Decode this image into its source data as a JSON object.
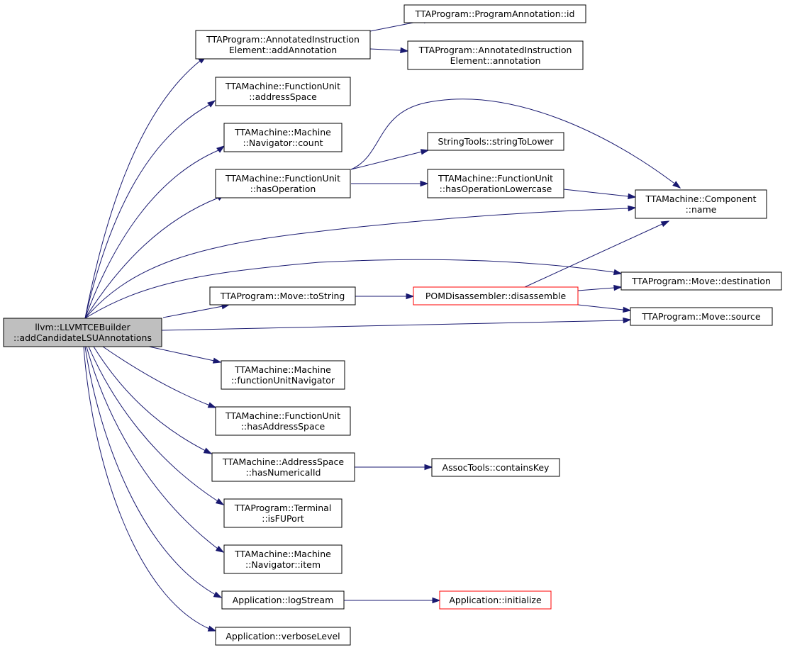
{
  "colors": {
    "edge": "#191970",
    "root_fill": "#bfbfbf",
    "truncated_border": "#ff0000",
    "border": "#000000",
    "background": "#ffffff"
  },
  "nodes": [
    {
      "id": "root",
      "lines": [
        "llvm::LLVMTCEBuilder",
        "::addCandidateLSUAnnotations"
      ],
      "kind": "root"
    },
    {
      "id": "addAnnotation",
      "lines": [
        "TTAProgram::AnnotatedInstruction",
        "Element::addAnnotation"
      ],
      "kind": "normal"
    },
    {
      "id": "annotationId",
      "lines": [
        "TTAProgram::ProgramAnnotation::id"
      ],
      "kind": "normal"
    },
    {
      "id": "annotation",
      "lines": [
        "TTAProgram::AnnotatedInstruction",
        "Element::annotation"
      ],
      "kind": "normal"
    },
    {
      "id": "addressSpace",
      "lines": [
        "TTAMachine::FunctionUnit",
        "::addressSpace"
      ],
      "kind": "normal"
    },
    {
      "id": "count",
      "lines": [
        "TTAMachine::Machine",
        "::Navigator::count"
      ],
      "kind": "normal"
    },
    {
      "id": "hasOperation",
      "lines": [
        "TTAMachine::FunctionUnit",
        "::hasOperation"
      ],
      "kind": "normal"
    },
    {
      "id": "stringToLower",
      "lines": [
        "StringTools::stringToLower"
      ],
      "kind": "normal"
    },
    {
      "id": "hasOperationLowercase",
      "lines": [
        "TTAMachine::FunctionUnit",
        "::hasOperationLowercase"
      ],
      "kind": "normal"
    },
    {
      "id": "componentName",
      "lines": [
        "TTAMachine::Component",
        "::name"
      ],
      "kind": "normal"
    },
    {
      "id": "toString",
      "lines": [
        "TTAProgram::Move::toString"
      ],
      "kind": "normal"
    },
    {
      "id": "disassemble",
      "lines": [
        "POMDisassembler::disassemble"
      ],
      "kind": "truncated"
    },
    {
      "id": "destination",
      "lines": [
        "TTAProgram::Move::destination"
      ],
      "kind": "normal"
    },
    {
      "id": "source",
      "lines": [
        "TTAProgram::Move::source"
      ],
      "kind": "normal"
    },
    {
      "id": "functionUnitNavigator",
      "lines": [
        "TTAMachine::Machine",
        "::functionUnitNavigator"
      ],
      "kind": "normal"
    },
    {
      "id": "hasAddressSpace",
      "lines": [
        "TTAMachine::FunctionUnit",
        "::hasAddressSpace"
      ],
      "kind": "normal"
    },
    {
      "id": "hasNumericalId",
      "lines": [
        "TTAMachine::AddressSpace",
        "::hasNumericalId"
      ],
      "kind": "normal"
    },
    {
      "id": "containsKey",
      "lines": [
        "AssocTools::containsKey"
      ],
      "kind": "normal"
    },
    {
      "id": "isFUPort",
      "lines": [
        "TTAProgram::Terminal",
        "::isFUPort"
      ],
      "kind": "normal"
    },
    {
      "id": "navigatorItem",
      "lines": [
        "TTAMachine::Machine",
        "::Navigator::item"
      ],
      "kind": "normal"
    },
    {
      "id": "logStream",
      "lines": [
        "Application::logStream"
      ],
      "kind": "normal"
    },
    {
      "id": "initialize",
      "lines": [
        "Application::initialize"
      ],
      "kind": "truncated"
    },
    {
      "id": "verboseLevel",
      "lines": [
        "Application::verboseLevel"
      ],
      "kind": "normal"
    }
  ],
  "edges": [
    {
      "from": "root",
      "to": "addAnnotation"
    },
    {
      "from": "root",
      "to": "addressSpace"
    },
    {
      "from": "root",
      "to": "count"
    },
    {
      "from": "root",
      "to": "hasOperation"
    },
    {
      "from": "root",
      "to": "componentName"
    },
    {
      "from": "root",
      "to": "destination"
    },
    {
      "from": "root",
      "to": "toString"
    },
    {
      "from": "root",
      "to": "source"
    },
    {
      "from": "root",
      "to": "functionUnitNavigator"
    },
    {
      "from": "root",
      "to": "hasAddressSpace"
    },
    {
      "from": "root",
      "to": "hasNumericalId"
    },
    {
      "from": "root",
      "to": "isFUPort"
    },
    {
      "from": "root",
      "to": "navigatorItem"
    },
    {
      "from": "root",
      "to": "logStream"
    },
    {
      "from": "root",
      "to": "verboseLevel"
    },
    {
      "from": "addAnnotation",
      "to": "annotationId"
    },
    {
      "from": "addAnnotation",
      "to": "annotation"
    },
    {
      "from": "hasOperation",
      "to": "componentName"
    },
    {
      "from": "hasOperation",
      "to": "stringToLower"
    },
    {
      "from": "hasOperation",
      "to": "hasOperationLowercase"
    },
    {
      "from": "hasOperationLowercase",
      "to": "componentName"
    },
    {
      "from": "toString",
      "to": "disassemble"
    },
    {
      "from": "disassemble",
      "to": "componentName"
    },
    {
      "from": "disassemble",
      "to": "destination"
    },
    {
      "from": "disassemble",
      "to": "source"
    },
    {
      "from": "hasNumericalId",
      "to": "containsKey"
    },
    {
      "from": "logStream",
      "to": "initialize"
    }
  ]
}
